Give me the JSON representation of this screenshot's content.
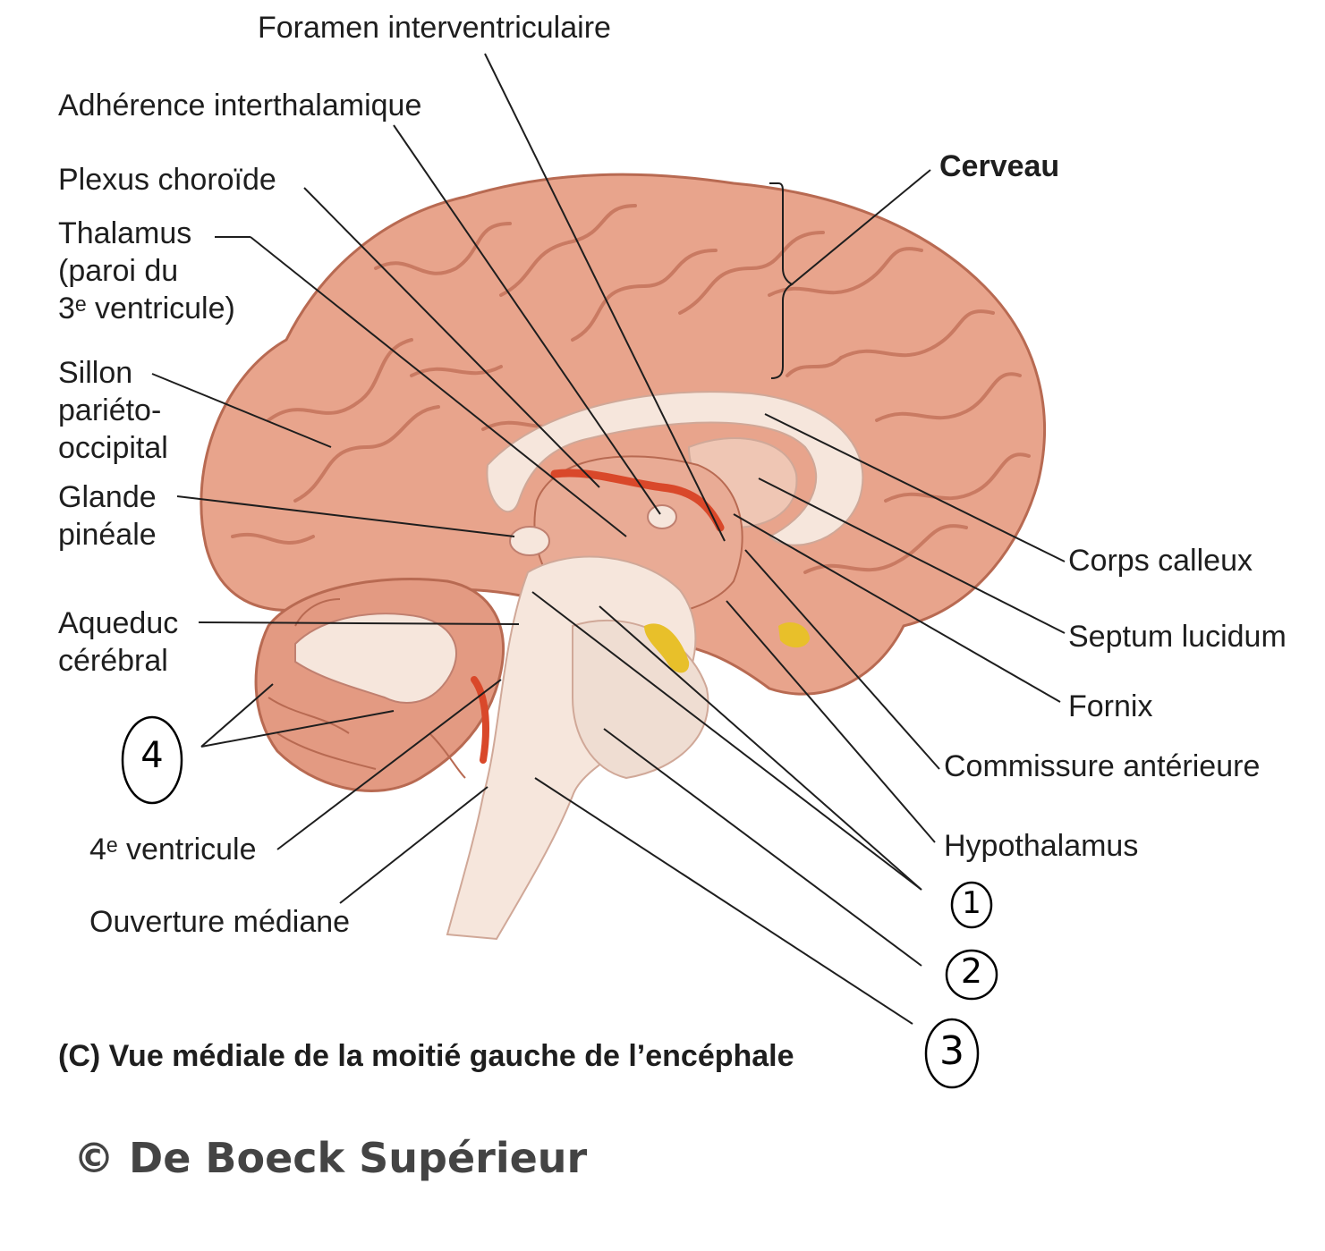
{
  "labels": {
    "foramen": "Foramen interventriculaire",
    "adherence": "Adhérence interthalamique",
    "plexus": "Plexus choroïde",
    "thalamus": "Thalamus\n(paroi du\n3ᵉ ventricule)",
    "sillon": "Sillon\npariéto-\noccipital",
    "glande": "Glande\npinéale",
    "aqueduc": "Aqueduc\ncérébral",
    "ventricule4": "4ᵉ ventricule",
    "ouverture": "Ouverture médiane",
    "cerveau": "Cerveau",
    "corps": "Corps calleux",
    "septum": "Septum lucidum",
    "fornix": "Fornix",
    "commissure": "Commissure antérieure",
    "hypothalamus": "Hypothalamus"
  },
  "handwritten": {
    "n1": "1",
    "n2": "2",
    "n3": "3",
    "n4": "4"
  },
  "caption": "(C) Vue médiale de la moitié gauche de l’encéphale",
  "copyright": "© De Boeck Supérieur",
  "colors": {
    "cortex": "#e8a48c",
    "cortex_dark": "#c97a62",
    "white_matter": "#f6e6dc",
    "diencephalon": "#e9ab95",
    "plexus": "#d9482a",
    "anterior_yellow": "#e8c02a"
  }
}
